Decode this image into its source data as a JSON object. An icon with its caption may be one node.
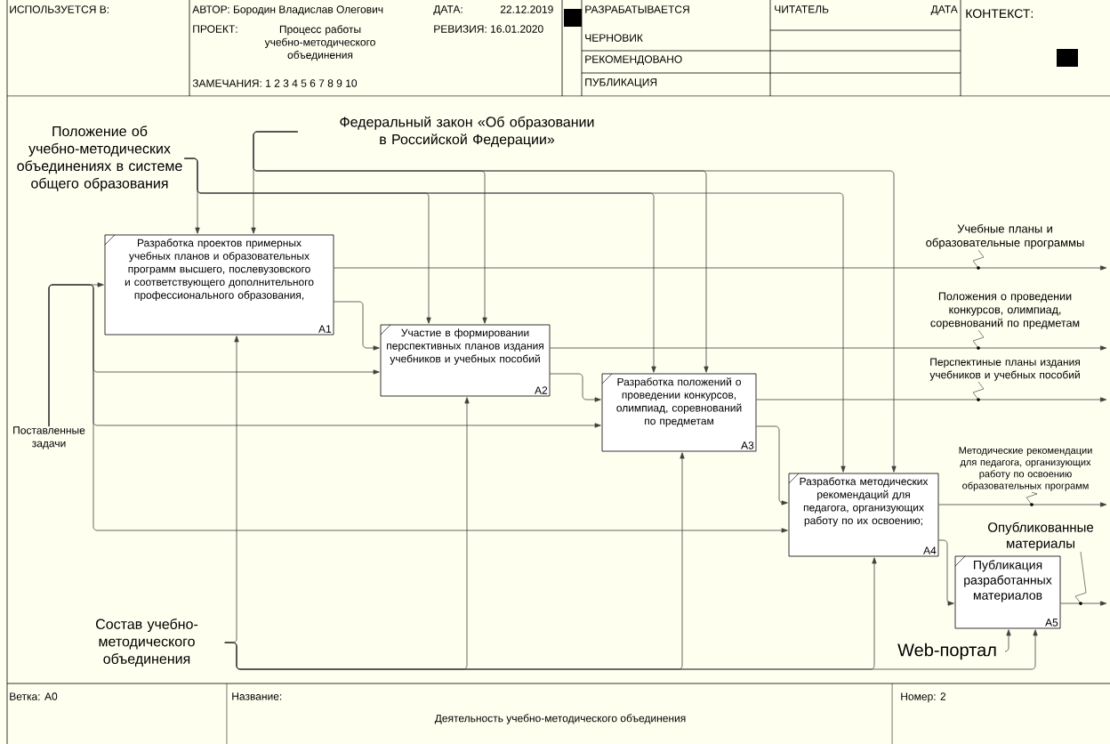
{
  "diagram": {
    "nodes": [
      {
        "text": [
          "Положение об учебно-методических объединениях в системе общего образования"
        ]
      },
      {
        "text": [
          "Федеральный закон «Об образовании в Российской Федерации»"
        ]
      },
      {
        "text": [
          "Разработка проектов примерных учебных планов и образовательных программ высшего, послевузовского и соответствующего дополнительного профессионального образования,",
          "A1"
        ]
      },
      {
        "text": [
          "Участие в формировании перспективных планов издания учебников и учебных пособий",
          "A2"
        ]
      },
      {
        "text": [
          "Разработка положений о проведении конкурсов, олимпиад, соревнований по предметам",
          "A3"
        ]
      },
      {
        "text": [
          "Поставленные задачи"
        ]
      },
      {
        "text": [
          "Разработка методических рекомендаций для педагога, организующих работу по их освоению;",
          "A4"
        ]
      },
      {
        "text": [
          "Публикация разработанных материалов",
          "A5"
        ]
      },
      {
        "text": [
          "Состав учебно-методического объединения"
        ]
      },
      {
        "text": [
          "Web-портал"
        ]
      }
    ],
    "edges": [
      {
        "from": 0,
        "to": 2,
        "arrow": "to"
      },
      {
        "from": 0,
        "to": 3,
        "arrow": "to"
      },
      {
        "from": 0,
        "to": 4,
        "arrow": "to"
      },
      {
        "from": 0,
        "to": 6,
        "arrow": "to"
      },
      {
        "from": 1,
        "to": 2,
        "arrow": "to"
      },
      {
        "from": 1,
        "to": 3,
        "arrow": "to"
      },
      {
        "from": 1,
        "to": 4,
        "arrow": "to"
      },
      {
        "from": 1,
        "to": 6,
        "arrow": "to"
      },
      {
        "from": 5,
        "to": 2,
        "arrow": "to"
      },
      {
        "from": 5,
        "to": 3,
        "arrow": "to"
      },
      {
        "from": 5,
        "to": 4,
        "arrow": "to"
      },
      {
        "from": 5,
        "to": 6,
        "arrow": "to"
      },
      {
        "from": 2,
        "to": 3,
        "arrow": "to"
      },
      {
        "from": 3,
        "to": 4,
        "arrow": "to"
      },
      {
        "from": 4,
        "to": 6,
        "arrow": "to"
      },
      {
        "from": 6,
        "to": 7,
        "arrow": "to"
      },
      {
        "from": 8,
        "to": 2,
        "arrow": "to"
      },
      {
        "from": 8,
        "to": 3,
        "arrow": "to"
      },
      {
        "from": 8,
        "to": 4,
        "arrow": "to"
      },
      {
        "from": 8,
        "to": 6,
        "arrow": "to"
      },
      {
        "from": 8,
        "to": 7,
        "arrow": "to"
      },
      {
        "from": 9,
        "to": 7,
        "arrow": "to"
      },
      {
        "from": 2,
        "to": null,
        "arrow": "to",
        "label": "Учебные планы и образовательные программы"
      },
      {
        "from": 3,
        "to": null,
        "arrow": "to",
        "label": "Положения о проведении конкурсов, олимпиад, соревнований по предметам"
      },
      {
        "from": 4,
        "to": null,
        "arrow": "to",
        "label": "Перспектиные планы издания учебников и учебных пособий"
      },
      {
        "from": 6,
        "to": null,
        "arrow": "to",
        "label": "Методические рекомендации для педагога, организующих работу по освоению образовательных программ"
      },
      {
        "from": 7,
        "to": null,
        "arrow": "to",
        "label": "Опубликованные материалы"
      }
    ],
    "labels": [
      "ИСПОЛЬЗУЕТСЯ В:",
      "АВТОР: Бородин Владислав Олегович",
      "ДАТА:",
      "22.12.2019",
      "ПРОЕКТ:",
      "Процесс работы учебно-методического объединения",
      "РЕВИЗИЯ: 16.01.2020",
      "ЗАМЕЧАНИЯ: 1 2 3 4 5 6 7 8 9 10",
      "РАЗРАБАТЫВАЕТСЯ",
      "ЧИТАТЕЛЬ",
      "ДАТА",
      "ЧЕРНОВИК",
      "РЕКОМЕНДОВАНО",
      "ПУБЛИКАЦИЯ",
      "КОНТЕКСТ:",
      "Ветка: A0",
      "Название:",
      "Деятельность учебно-методического объединения",
      "Номер: 2"
    ]
  }
}
